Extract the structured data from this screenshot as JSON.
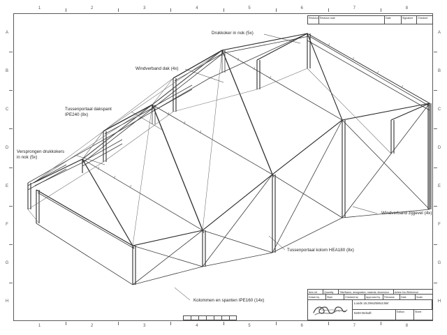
{
  "sheet": {
    "columns": [
      "1",
      "2",
      "3",
      "4",
      "5",
      "6",
      "7",
      "8"
    ],
    "rows": [
      "A",
      "B",
      "C",
      "D",
      "E",
      "F",
      "G",
      "H"
    ]
  },
  "callouts": [
    {
      "name": "drukkoker-nok",
      "text": "Drukkoker in nok (5x)"
    },
    {
      "name": "windverband-dak",
      "text": "Windverband dak (4x)"
    },
    {
      "name": "tussenportaal-dakspant",
      "text": "Tussenportaal dakspant\nIPE240 (8x)"
    },
    {
      "name": "versprongen-drukkokers",
      "text": "Versprongen drukkokers\nin nok (5x)"
    },
    {
      "name": "windverband-zijgevel",
      "text": "Windverband zijgevel (4x)"
    },
    {
      "name": "tussenportaal-kolom",
      "text": "Tussenportaal kolom HEA180 (8x)"
    },
    {
      "name": "kolommen-spanten",
      "text": "Kolommen en spanten IPE160 (14x)"
    }
  ],
  "revision_block": {
    "headers": [
      "Revision",
      "Revision note",
      "Date",
      "Signature",
      "Checked"
    ]
  },
  "title_block": {
    "row1": [
      "Item ref",
      "Quantity",
      "Title/Name, designation, material, dimension etc",
      "Article No./Reference"
    ],
    "row2": [
      "Drawn by",
      "Style",
      "Checked by",
      "Approved by - date",
      "Filename",
      "Date",
      "Scale"
    ],
    "drawing_title": "Loods 15.2Wx25Wx3.5M",
    "drawing_subtitle": "5220 Delsoft",
    "edition_label": "Edition",
    "sheet_label": "Sheet",
    "logo_alt": "company-logo"
  },
  "colors": {
    "line": "#3a3a3a",
    "frame": "#5a5a5a",
    "text": "#1c1c1c",
    "fill": "#ffffff"
  }
}
